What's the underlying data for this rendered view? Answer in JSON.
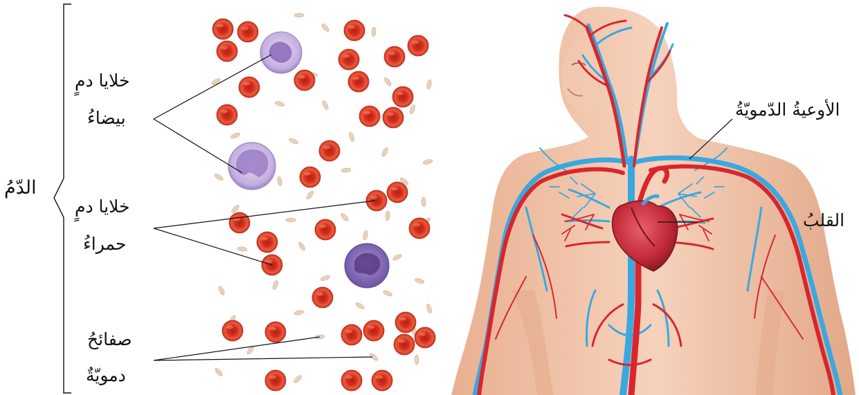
{
  "labels": {
    "blood": "الدّمُ",
    "white_cells_line1": "خلايا دمٍ",
    "white_cells_line2": "بيضاءُ",
    "red_cells_line1": "خلايا دمٍ",
    "red_cells_line2": "حمراءُ",
    "platelets_line1": "صفائحُ",
    "platelets_line2": "دمويّةٌ",
    "vessels": "الأوعيةُ الدّمويّةُ",
    "heart": "القلبُ"
  },
  "colors": {
    "red_cell": "#e0402a",
    "red_cell_center": "#b81e12",
    "white_cell": "#c8b4e4",
    "white_cell_nucleus": "#8a6ab8",
    "platelet": "#e8d6c2",
    "skin": "#f0c4a8",
    "artery": "#d8262c",
    "vein": "#3aa8e0",
    "heart": "#c22a3a"
  }
}
